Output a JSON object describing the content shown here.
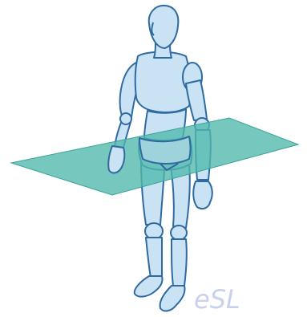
{
  "watermark": {
    "text": "eSL"
  },
  "colors": {
    "body_fill": "#c9e2f4",
    "body_stroke": "#2f6aa0",
    "plane_fill": "#4fb8ad",
    "plane_stroke": "#3aa396",
    "below_plane_fill": "#8ccbc9",
    "watermark": "#c9d2ec"
  },
  "figure": {
    "subject": "mannequin-human-figure",
    "plane": "transverse-plane",
    "plane_position": "hips"
  }
}
